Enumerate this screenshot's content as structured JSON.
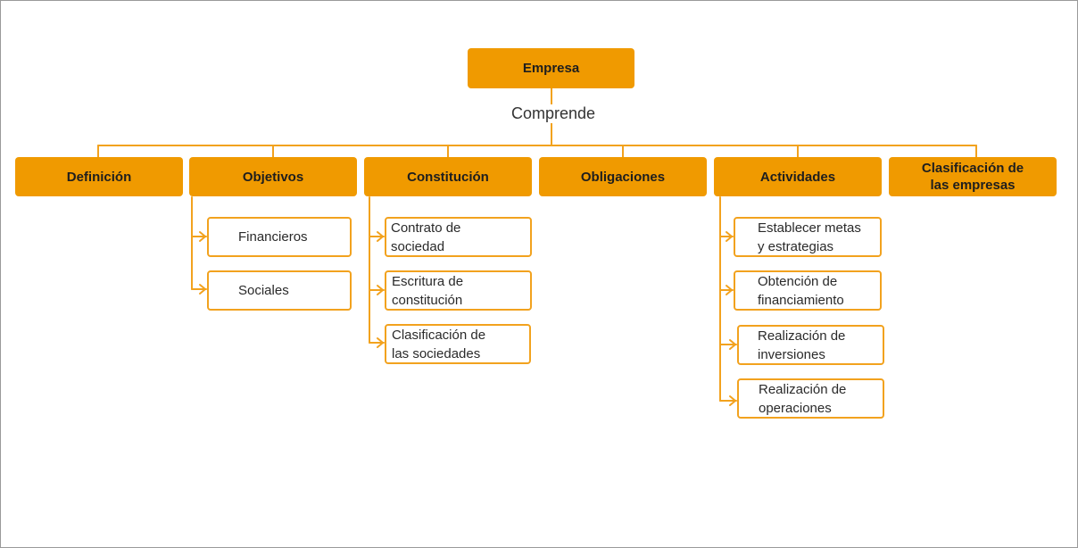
{
  "root": {
    "label": "Empresa"
  },
  "connector_label": "Comprende",
  "categories": [
    {
      "label": "Definición",
      "children": []
    },
    {
      "label": "Objetivos",
      "children": [
        "Financieros",
        "Sociales"
      ]
    },
    {
      "label": "Constitución",
      "children": [
        "Contrato de\nsociedad",
        "Escritura de\nconstitución",
        "Clasificación de\nlas sociedades"
      ]
    },
    {
      "label": "Obligaciones",
      "children": []
    },
    {
      "label": "Actividades",
      "children": [
        "Establecer metas\ny estrategias",
        "Obtención de\nfinanciamiento",
        "Realización de\ninversiones",
        "Realización de\noperaciones"
      ]
    },
    {
      "label": "Clasificación de\nlas empresas",
      "children": []
    }
  ],
  "colors": {
    "accent": "#f09a00",
    "line": "#f2a21e",
    "text": "#1e1e1e"
  }
}
